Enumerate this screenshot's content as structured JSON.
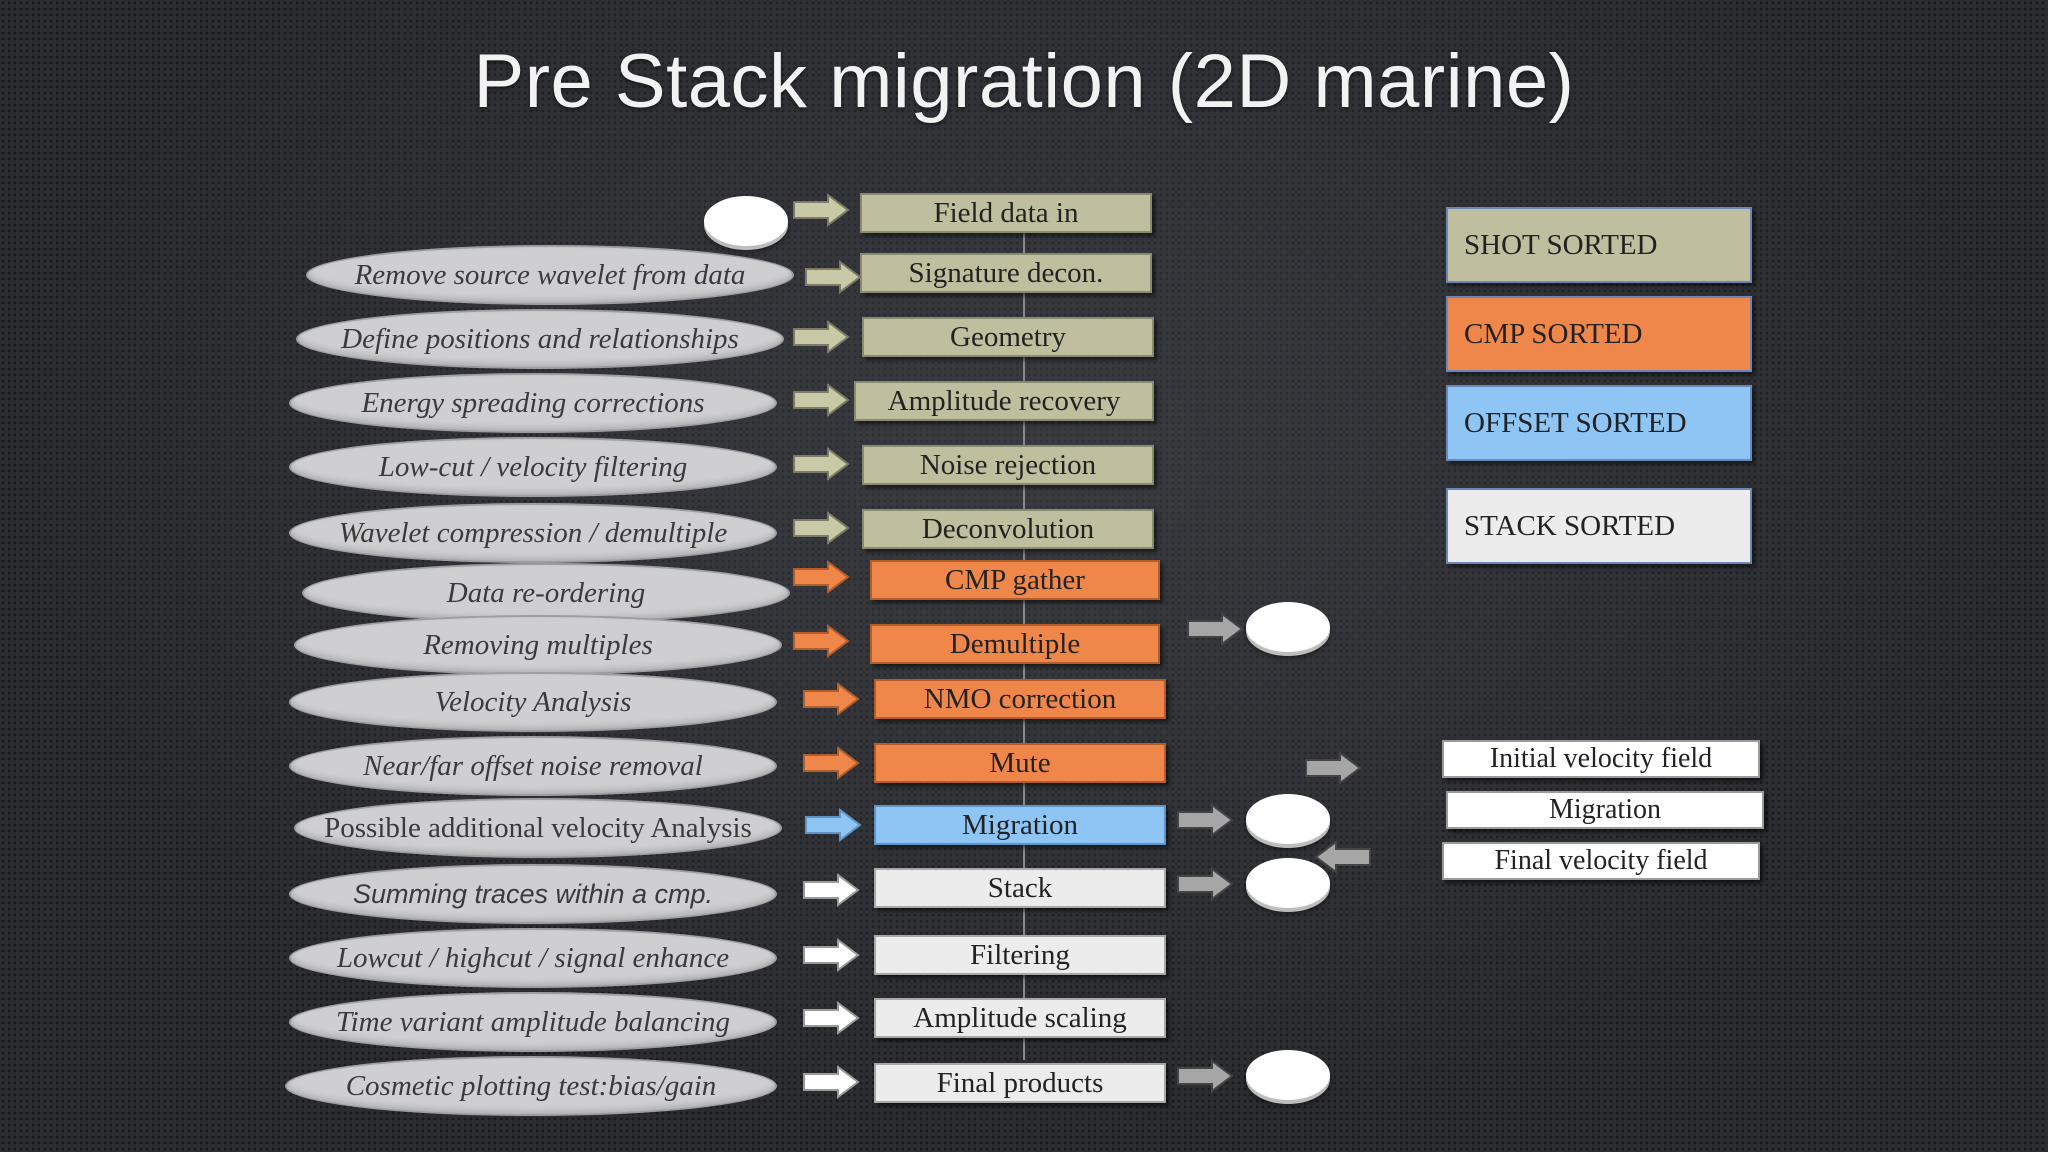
{
  "title": "Pre Stack migration (2D marine)",
  "colors": {
    "shot_sorted": "#bfbf9f",
    "cmp_sorted": "#f0874a",
    "offset_sorted": "#8ec5f5",
    "stack_sorted": "#ececec",
    "oval": "#cfcfd1",
    "arrow_shot": "#c9c9a8",
    "arrow_cmp": "#f0874a",
    "arrow_offset": "#8ec5f5",
    "arrow_stack": "#ffffff",
    "arrow_grey": "#a6a6a6"
  },
  "steps": [
    {
      "label": "Field data in",
      "sort": "shot",
      "description": ""
    },
    {
      "label": "Signature decon.",
      "sort": "shot",
      "description": "Remove source wavelet from data"
    },
    {
      "label": "Geometry",
      "sort": "shot",
      "description": "Define positions and relationships"
    },
    {
      "label": "Amplitude recovery",
      "sort": "shot",
      "description": "Energy spreading corrections"
    },
    {
      "label": "Noise rejection",
      "sort": "shot",
      "description": "Low-cut / velocity filtering"
    },
    {
      "label": "Deconvolution",
      "sort": "shot",
      "description": "Wavelet compression / demultiple"
    },
    {
      "label": "CMP gather",
      "sort": "cmp",
      "description": "Data re-ordering"
    },
    {
      "label": "Demultiple",
      "sort": "cmp",
      "description": "Removing multiples"
    },
    {
      "label": "NMO correction",
      "sort": "cmp",
      "description": "Velocity Analysis"
    },
    {
      "label": "Mute",
      "sort": "cmp",
      "description": "Near/far offset noise removal"
    },
    {
      "label": "Migration",
      "sort": "offset",
      "description": "Possible additional velocity Analysis"
    },
    {
      "label": "Stack",
      "sort": "stack",
      "description": "Summing traces within a cmp."
    },
    {
      "label": "Filtering",
      "sort": "stack",
      "description": "Lowcut / highcut / signal enhance"
    },
    {
      "label": "Amplitude scaling",
      "sort": "stack",
      "description": "Time variant amplitude balancing"
    },
    {
      "label": "Final products",
      "sort": "stack",
      "description": "Cosmetic plotting  test:bias/gain"
    }
  ],
  "legend": [
    {
      "label": "SHOT SORTED",
      "sort": "shot"
    },
    {
      "label": "CMP SORTED",
      "sort": "cmp"
    },
    {
      "label": "OFFSET SORTED",
      "sort": "offset"
    },
    {
      "label": "STACK SORTED",
      "sort": "stack"
    }
  ],
  "velocity_flow": [
    {
      "label": "Initial velocity field"
    },
    {
      "label": "Migration"
    },
    {
      "label": "Final velocity field"
    }
  ],
  "icons": {
    "disk": "storage-disk-icon",
    "arrow": "block-arrow-right-icon",
    "arrow_left": "block-arrow-left-icon"
  }
}
